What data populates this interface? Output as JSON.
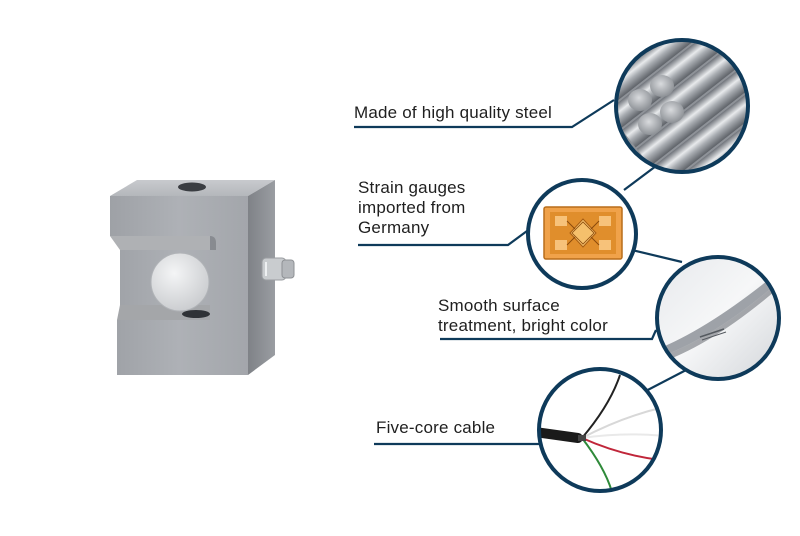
{
  "accent_color": "#0e3a5a",
  "product": {
    "image": "s-type-load-cell"
  },
  "features": [
    {
      "label": "Made of high quality steel",
      "icon": "steel-rods-closeup"
    },
    {
      "label": "Strain gauges\nimported from\nGermany",
      "icon": "strain-gauge-chip-closeup"
    },
    {
      "label": "Smooth surface\ntreatment, bright color",
      "icon": "polished-surface-closeup"
    },
    {
      "label": "Five-core cable",
      "icon": "five-core-cable-closeup"
    }
  ]
}
